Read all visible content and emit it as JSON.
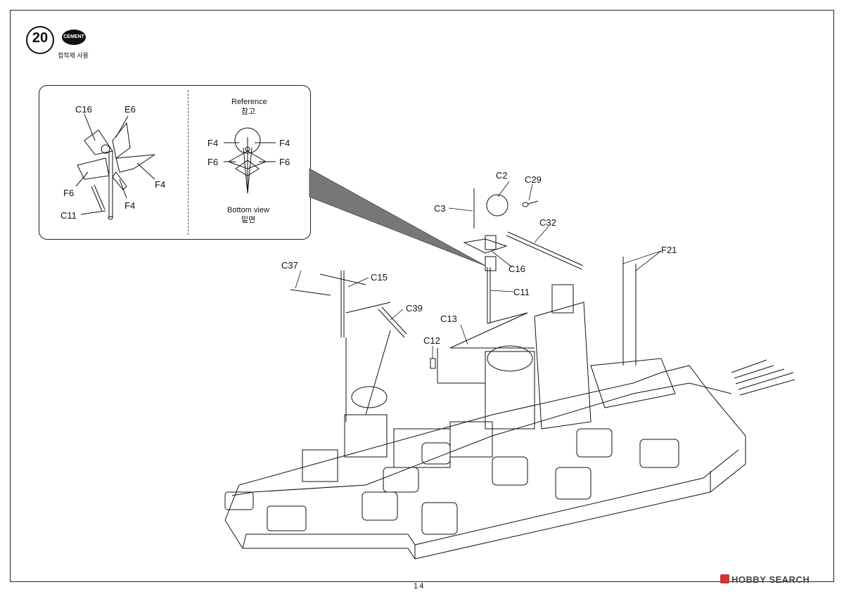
{
  "step": {
    "number": "20",
    "cement_label": "CEMENT",
    "cement_sub": "접착제 사용"
  },
  "inset": {
    "reference_en": "Reference",
    "reference_ko": "참고",
    "bottom_en": "Bottom view",
    "bottom_ko": "밑면",
    "left_labels": {
      "c16": "C16",
      "e6": "E6",
      "f6": "F6",
      "f4a": "F4",
      "f4b": "F4",
      "c11": "C11"
    },
    "right_labels": {
      "f4_left": "F4",
      "f4_right": "F4",
      "f6_left": "F6",
      "f6_right": "F6"
    }
  },
  "parts": {
    "c2": "C2",
    "c29": "C29",
    "c3": "C3",
    "c32": "C32",
    "f21": "F21",
    "c37": "C37",
    "c16": "C16",
    "c15": "C15",
    "c11": "C11",
    "c39": "C39",
    "c13": "C13",
    "c12": "C12"
  },
  "page_number": "14",
  "watermark": "HOBBY SEARCH"
}
